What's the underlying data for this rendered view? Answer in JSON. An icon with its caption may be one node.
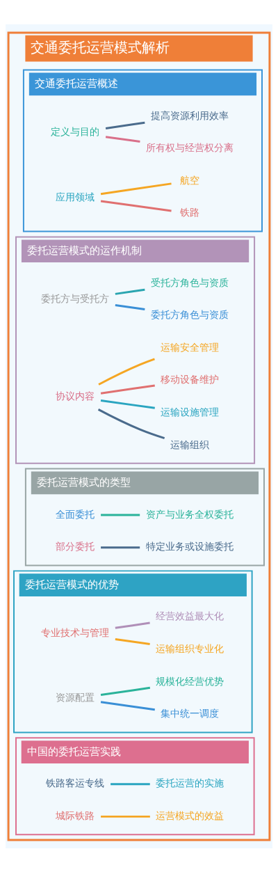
{
  "diagram": {
    "nodes": [
      {
        "text": [
          "交通委托运营模式解析"
        ]
      },
      {
        "text": [
          "交通委托运营概述"
        ],
        "in": 0
      },
      {
        "text": [
          "定义与目的"
        ],
        "in": 1
      },
      {
        "text": [
          "所有权与经营权分离"
        ],
        "in": 1
      },
      {
        "text": [
          "提高资源利用效率"
        ],
        "in": 1
      },
      {
        "text": [
          "应用领域"
        ],
        "in": 1
      },
      {
        "text": [
          "铁路"
        ],
        "in": 1
      },
      {
        "text": [
          "航空"
        ],
        "in": 1
      },
      {
        "text": [
          "委托运营模式的运作机制"
        ],
        "in": 0
      },
      {
        "text": [
          "委托方与受托方"
        ],
        "in": 8
      },
      {
        "text": [
          "委托方角色与资质"
        ],
        "in": 8
      },
      {
        "text": [
          "受托方角色与资质"
        ],
        "in": 8
      },
      {
        "text": [
          "协议内容"
        ],
        "in": 8
      },
      {
        "text": [
          "运输组织"
        ],
        "in": 8
      },
      {
        "text": [
          "运输设施管理"
        ],
        "in": 8
      },
      {
        "text": [
          "移动设备维护"
        ],
        "in": 8
      },
      {
        "text": [
          "运输安全管理"
        ],
        "in": 8
      },
      {
        "text": [
          "委托运营模式的类型"
        ],
        "in": 0
      },
      {
        "text": [
          "全面委托"
        ],
        "in": 17
      },
      {
        "text": [
          "资产与业务全权委托"
        ],
        "in": 17
      },
      {
        "text": [
          "部分委托"
        ],
        "in": 17
      },
      {
        "text": [
          "特定业务或设施委托"
        ],
        "in": 17
      },
      {
        "text": [
          "委托运营模式的优势"
        ],
        "in": 0
      },
      {
        "text": [
          "专业技术与管理"
        ],
        "in": 22
      },
      {
        "text": [
          "运输组织专业化"
        ],
        "in": 22
      },
      {
        "text": [
          "经营效益最大化"
        ],
        "in": 22
      },
      {
        "text": [
          "资源配置"
        ],
        "in": 22
      },
      {
        "text": [
          "集中统一调度"
        ],
        "in": 22
      },
      {
        "text": [
          "规模化经营优势"
        ],
        "in": 22
      },
      {
        "text": [
          "中国的委托运营实践"
        ],
        "in": 0
      },
      {
        "text": [
          "铁路客运专线"
        ],
        "in": 29
      },
      {
        "text": [
          "委托运营的实施"
        ],
        "in": 29
      },
      {
        "text": [
          "城际铁路"
        ],
        "in": 29
      },
      {
        "text": [
          "运营模式的效益"
        ],
        "in": 29
      }
    ],
    "edges": [
      {
        "from": 2,
        "to": 3,
        "arrow": "none",
        "color": "#d9708a"
      },
      {
        "from": 2,
        "to": 4,
        "arrow": "none",
        "color": "#4a6b8c"
      },
      {
        "from": 5,
        "to": 6,
        "arrow": "none",
        "color": "#e07070"
      },
      {
        "from": 5,
        "to": 7,
        "arrow": "none",
        "color": "#f5a623"
      },
      {
        "from": 9,
        "to": 10,
        "arrow": "none",
        "color": "#3a8fd6"
      },
      {
        "from": 9,
        "to": 11,
        "arrow": "none",
        "color": "#2aa5b0"
      },
      {
        "from": 12,
        "to": 13,
        "arrow": "none",
        "color": "#4a6b8c"
      },
      {
        "from": 12,
        "to": 14,
        "arrow": "none",
        "color": "#2aa5c0"
      },
      {
        "from": 12,
        "to": 15,
        "arrow": "none",
        "color": "#e07070"
      },
      {
        "from": 12,
        "to": 16,
        "arrow": "none",
        "color": "#f5a623"
      },
      {
        "from": 18,
        "to": 19,
        "arrow": "none",
        "color": "#2bb39a"
      },
      {
        "from": 20,
        "to": 21,
        "arrow": "none",
        "color": "#4a6b8c"
      },
      {
        "from": 23,
        "to": 24,
        "arrow": "none",
        "color": "#f5a623"
      },
      {
        "from": 23,
        "to": 25,
        "arrow": "none",
        "color": "#b08fb8"
      },
      {
        "from": 26,
        "to": 27,
        "arrow": "none",
        "color": "#3a8fd6"
      },
      {
        "from": 26,
        "to": 28,
        "arrow": "none",
        "color": "#2bb39a"
      },
      {
        "from": 30,
        "to": 31,
        "arrow": "none",
        "color": "#2aa5c0"
      },
      {
        "from": 32,
        "to": 33,
        "arrow": "none",
        "color": "#f5a623"
      }
    ]
  }
}
